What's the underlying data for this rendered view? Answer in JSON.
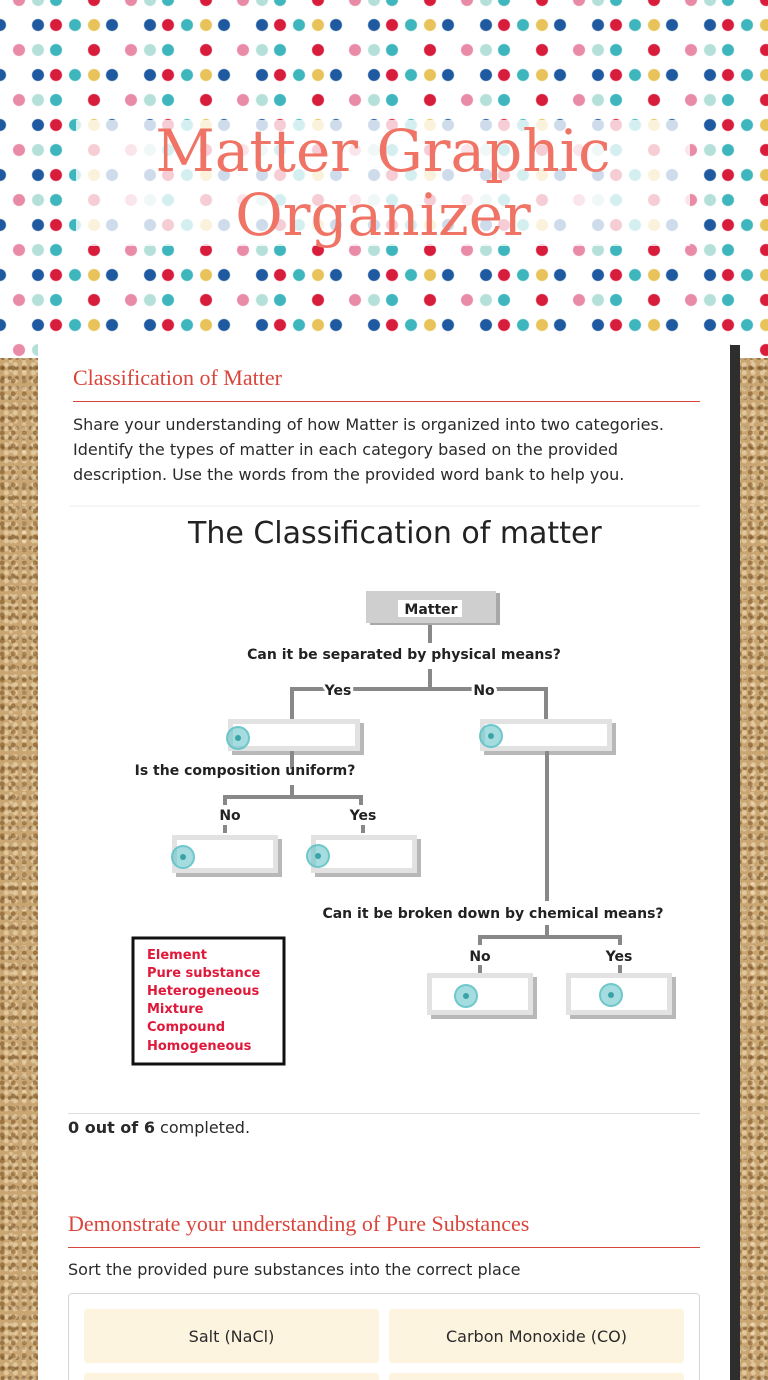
{
  "header": {
    "title": "Matter Graphic Organizer"
  },
  "section1": {
    "heading": "Classification of Matter",
    "instructions": "Share your understanding of how Matter is organized into two categories. Identify the types of matter in each category based on the provided description. Use the words from the provided word bank to help you."
  },
  "diagram": {
    "title": "The Classification of matter",
    "root": "Matter",
    "q1": "Can it be separated by physical means?",
    "yes": "Yes",
    "no": "No",
    "q2": "Is the composition uniform?",
    "q3": "Can it be broken down by chemical means?",
    "word_bank": [
      "Element",
      "Pure substance",
      "Heterogeneous",
      "Mixture",
      "Compound",
      "Homogeneous"
    ]
  },
  "progress": {
    "count": "0 out of 6",
    "suffix": " completed.",
    "completed": 0,
    "total": 6
  },
  "section2": {
    "heading": "Demonstrate your understanding of Pure Substances",
    "instructions": "Sort the provided pure substances into the correct place",
    "items": [
      "Salt (NaCl)",
      "Carbon Monoxide (CO)"
    ]
  },
  "colors": {
    "accent": "#d9453b",
    "title": "#ef7466",
    "hotspot": "#5bc0c4",
    "word_bank_text": "#e0193b",
    "chip_bg": "#fdf4e0"
  }
}
